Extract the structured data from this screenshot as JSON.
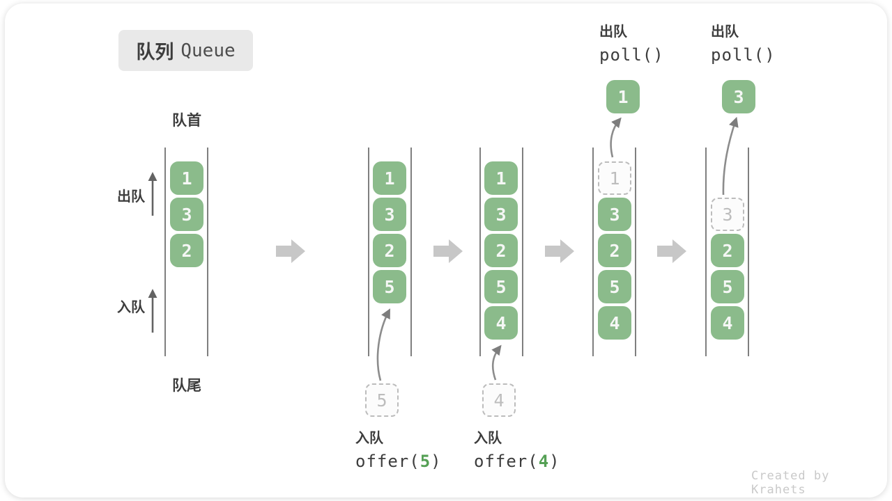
{
  "title": {
    "zh": "队列",
    "en": "Queue"
  },
  "labels": {
    "front": "队首",
    "rear": "队尾",
    "dequeue_side": "出队",
    "enqueue_side": "入队"
  },
  "operations": {
    "enqueue5": {
      "zh": "入队",
      "code_prefix": "offer(",
      "arg": "5",
      "code_suffix": ")"
    },
    "enqueue4": {
      "zh": "入队",
      "code_prefix": "offer(",
      "arg": "4",
      "code_suffix": ")"
    },
    "dequeue1": {
      "zh": "出队",
      "code": "poll()"
    },
    "dequeue3": {
      "zh": "出队",
      "code": "poll()"
    }
  },
  "queues": [
    {
      "name": "state-initial",
      "cells": [
        {
          "row": 0,
          "value": "1",
          "type": "solid"
        },
        {
          "row": 1,
          "value": "3",
          "type": "solid"
        },
        {
          "row": 2,
          "value": "2",
          "type": "solid"
        }
      ]
    },
    {
      "name": "state-offer-5",
      "cells": [
        {
          "row": 0,
          "value": "1",
          "type": "solid"
        },
        {
          "row": 1,
          "value": "3",
          "type": "solid"
        },
        {
          "row": 2,
          "value": "2",
          "type": "solid"
        },
        {
          "row": 3,
          "value": "5",
          "type": "solid"
        }
      ],
      "pending": {
        "value": "5"
      }
    },
    {
      "name": "state-offer-4",
      "cells": [
        {
          "row": 0,
          "value": "1",
          "type": "solid"
        },
        {
          "row": 1,
          "value": "3",
          "type": "solid"
        },
        {
          "row": 2,
          "value": "2",
          "type": "solid"
        },
        {
          "row": 3,
          "value": "5",
          "type": "solid"
        },
        {
          "row": 4,
          "value": "4",
          "type": "solid"
        }
      ],
      "pending": {
        "value": "4"
      }
    },
    {
      "name": "state-poll-1",
      "cells": [
        {
          "row": 0,
          "value": "1",
          "type": "ghost"
        },
        {
          "row": 1,
          "value": "3",
          "type": "solid"
        },
        {
          "row": 2,
          "value": "2",
          "type": "solid"
        },
        {
          "row": 3,
          "value": "5",
          "type": "solid"
        },
        {
          "row": 4,
          "value": "4",
          "type": "solid"
        }
      ],
      "removed": {
        "value": "1"
      }
    },
    {
      "name": "state-poll-3",
      "cells": [
        {
          "row": 1,
          "value": "3",
          "type": "ghost"
        },
        {
          "row": 2,
          "value": "2",
          "type": "solid"
        },
        {
          "row": 3,
          "value": "5",
          "type": "solid"
        },
        {
          "row": 4,
          "value": "4",
          "type": "solid"
        }
      ],
      "removed": {
        "value": "3"
      }
    }
  ],
  "watermark": "Created by Krahets",
  "colors": {
    "box_green": "#8bbb8b",
    "accent_green": "#55a055",
    "ghost_border": "#bcbcbc",
    "block_arrow": "#c7c7c7",
    "wall": "#5f5f5f",
    "title_bg": "#e9e9e9"
  }
}
